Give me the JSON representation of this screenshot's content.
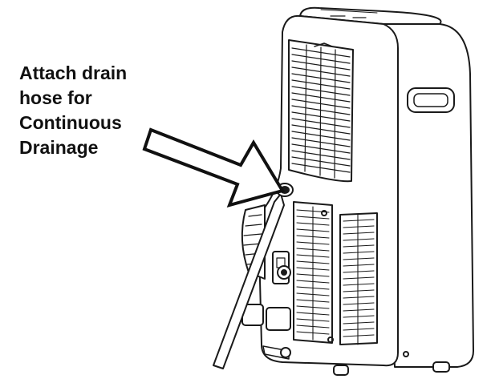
{
  "callout": {
    "lines": [
      "Attach drain",
      "hose for",
      "Continuous",
      "Drainage"
    ]
  },
  "illustration": {
    "subject": "portable-air-conditioner-rear-view",
    "line_color": "#1a1a1a",
    "background_color": "#ffffff"
  }
}
